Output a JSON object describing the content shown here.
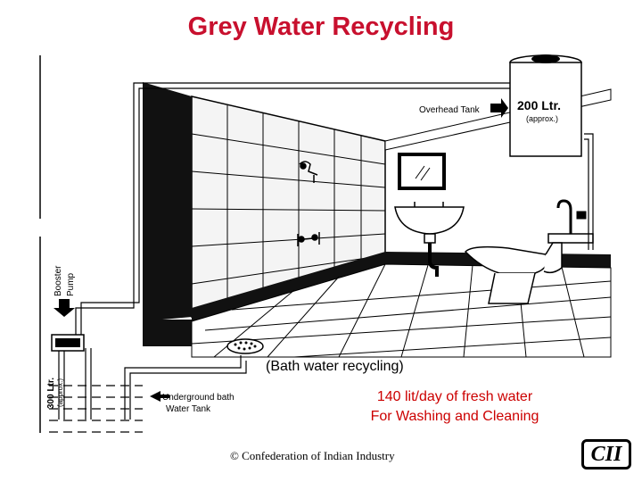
{
  "title": "Grey Water Recycling",
  "labels": {
    "overhead_tank": "Overhead Tank",
    "overhead_capacity": "200 Ltr.",
    "overhead_capacity_note": "(approx.)",
    "booster_pump_line1": "Booster",
    "booster_pump_line2": "Pump",
    "underground_capacity": "300 Ltr.",
    "underground_capacity_note": "(approx.)",
    "underground_tank_line1": "Underground bath",
    "underground_tank_line2": "Water Tank",
    "bath_recycling": "(Bath water recycling)"
  },
  "notes": {
    "line1": "140 lit/day of fresh water",
    "line2": "For Washing and Cleaning"
  },
  "footer": "© Confederation of Indian Industry",
  "logo_text": "CII",
  "colors": {
    "title": "#c8102e",
    "note": "#cc0000"
  }
}
